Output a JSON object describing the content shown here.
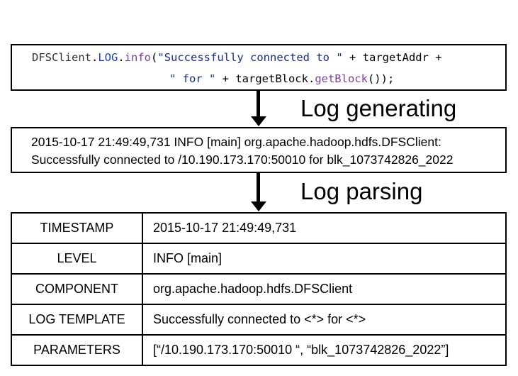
{
  "code": {
    "line1": {
      "class_name": "DFSClient",
      "dot1": ".",
      "field": "LOG",
      "dot2": ".",
      "method": "info",
      "paren_open": "(",
      "string1": "\"Successfully connected to \"",
      "rest": " + targetAddr +"
    },
    "line2": {
      "string2": "\" for \"",
      "mid": " + targetBlock.",
      "method2": "getBlock",
      "end": "());"
    }
  },
  "steps": {
    "generating": "Log generating",
    "parsing": "Log parsing"
  },
  "log_message": {
    "line1": "2015-10-17 21:49:49,731 INFO [main] org.apache.hadoop.hdfs.DFSClient:",
    "line2": "Successfully connected to /10.190.173.170:50010 for blk_1073742826_2022"
  },
  "parsed": [
    {
      "key": "TIMESTAMP",
      "value": "2015-10-17 21:49:49,731"
    },
    {
      "key": "LEVEL",
      "value": "INFO [main]"
    },
    {
      "key": "COMPONENT",
      "value": "org.apache.hadoop.hdfs.DFSClient"
    },
    {
      "key": "LOG TEMPLATE",
      "value": "Successfully connected to <*> for <*>"
    },
    {
      "key": "PARAMETERS",
      "value": "[“/10.190.173.170:50010 “, “blk_1073742826_2022”]"
    }
  ],
  "colors": {
    "field": "#1f3fbf",
    "method": "#7a3fa0",
    "string": "#1a2e8a"
  }
}
